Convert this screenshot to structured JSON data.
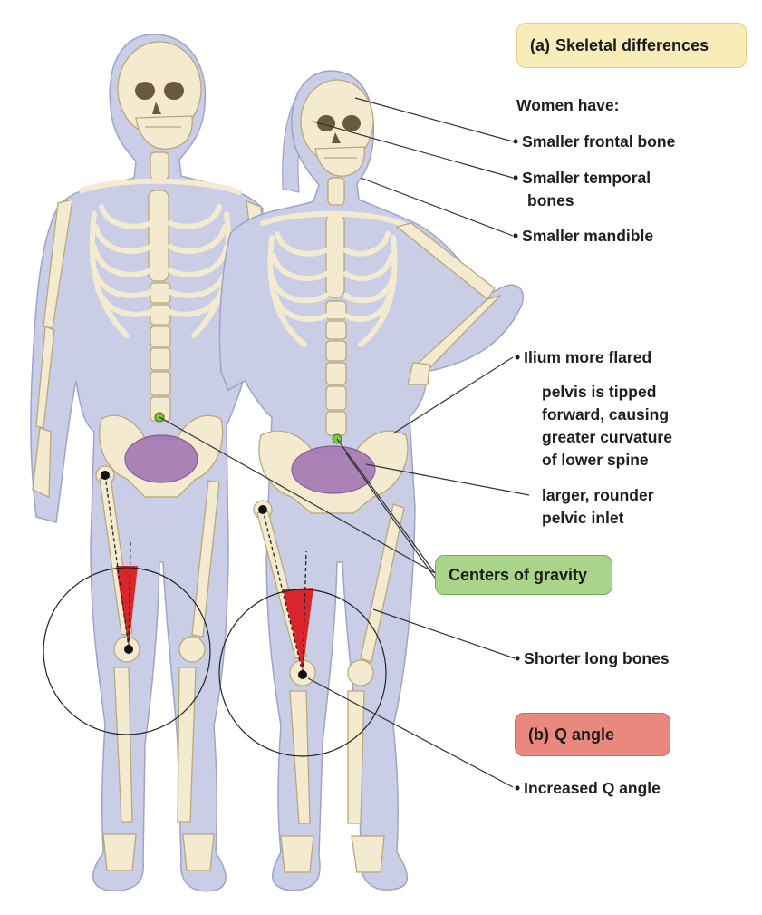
{
  "boxes": {
    "skeletal": {
      "letter": "(a)",
      "text": "Skeletal differences",
      "fill": "#f8ecb9",
      "stroke": "#e2cf8a"
    },
    "gravity": {
      "text": "Centers of gravity",
      "fill": "#a9d58a",
      "stroke": "#76a95a"
    },
    "qangle": {
      "letter": "(b)",
      "text": "Q angle",
      "fill": "#e9887c",
      "stroke": "#c9685d"
    }
  },
  "labels": {
    "women_have": "Women have:",
    "frontal": "Smaller frontal bone",
    "temporal_1": "Smaller temporal",
    "temporal_2": "bones",
    "mandible": "Smaller mandible",
    "ilium": "Ilium more flared",
    "pelvis_1": "pelvis is tipped",
    "pelvis_2": "forward, causing",
    "pelvis_3": "greater curvature",
    "pelvis_4": "of lower spine",
    "inlet_1": "larger, rounder",
    "inlet_2": "pelvic inlet",
    "long_bones": "Shorter long bones",
    "increased_q": "Increased Q angle",
    "bullet": "•"
  },
  "colors": {
    "body": "#c9cde6",
    "body_outline": "#9ea4c8",
    "bone": "#f3ead0",
    "bone_outline": "#b9a878",
    "pelvic_inlet": "#a477b4",
    "q_angle": "#d9262c",
    "gravity_dot": "#7fc33f",
    "leader": "#333333"
  }
}
